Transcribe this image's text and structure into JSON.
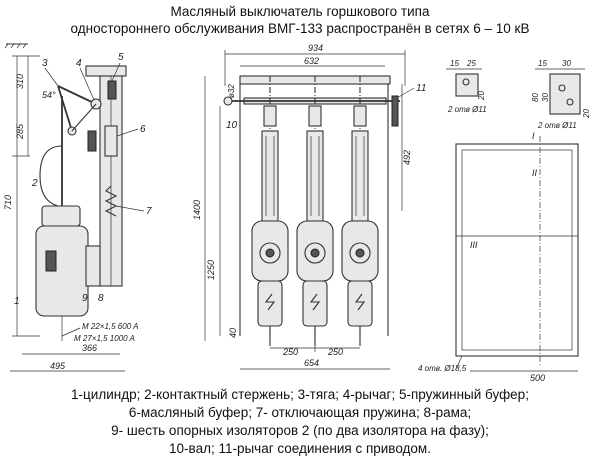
{
  "title": {
    "line1": "Масляный выключатель горшкового типа",
    "line2": "одностороннего обслуживания ВМГ-133 распространён в сетях 6 – 10 кВ"
  },
  "legend": {
    "row1": "1-цилиндр; 2-контактный стержень; 3-тяга; 4-рычаг; 5-пружинный буфер;",
    "row2": "6-масляный буфер; 7- отключающая пружина; 8-рама;",
    "row3": "9- шесть опорных изоляторов 2 (по два изолятора на фазу);",
    "row4": "10-вал; 11-рычаг соединения с приводом."
  },
  "side_view": {
    "part_labels": [
      "3",
      "4",
      "5",
      "6",
      "2",
      "7",
      "1",
      "8",
      "9",
      "54°"
    ],
    "dims": [
      "310",
      "285",
      "710",
      "495",
      "366"
    ],
    "threads": [
      "M 22×1,5 600 A",
      "M 27×1,5 1000 A"
    ]
  },
  "front_view": {
    "dims": [
      "934",
      "632",
      "492",
      "1400",
      "1250",
      "40",
      "250",
      "250",
      "654",
      "ø32"
    ],
    "part_labels": [
      "10",
      "11"
    ]
  },
  "detail_views": {
    "left": {
      "dims": [
        "15",
        "25",
        "20",
        "2 отв Ø11"
      ]
    },
    "right": {
      "dims": [
        "15",
        "30",
        "80",
        "30",
        "20",
        "2 отв Ø11"
      ]
    }
  },
  "plan_view": {
    "labels": [
      "I",
      "II",
      "III"
    ],
    "dims": [
      "4 отв. Ø18,5",
      "500"
    ]
  }
}
